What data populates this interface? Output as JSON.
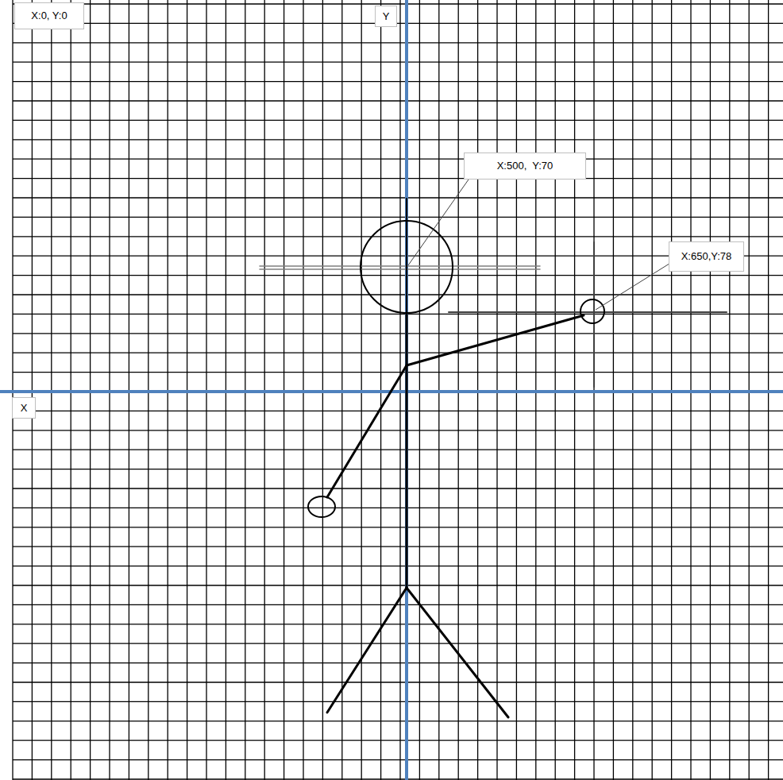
{
  "diagram": {
    "nodes": [
      {
        "text": [
          "X:0, Y:0"
        ]
      },
      {
        "text": [
          "Y"
        ]
      },
      {
        "text": [
          "X:500,  Y:70"
        ]
      },
      {
        "text": [
          "X:650,Y:78"
        ]
      },
      {
        "text": [
          "X"
        ]
      }
    ]
  }
}
